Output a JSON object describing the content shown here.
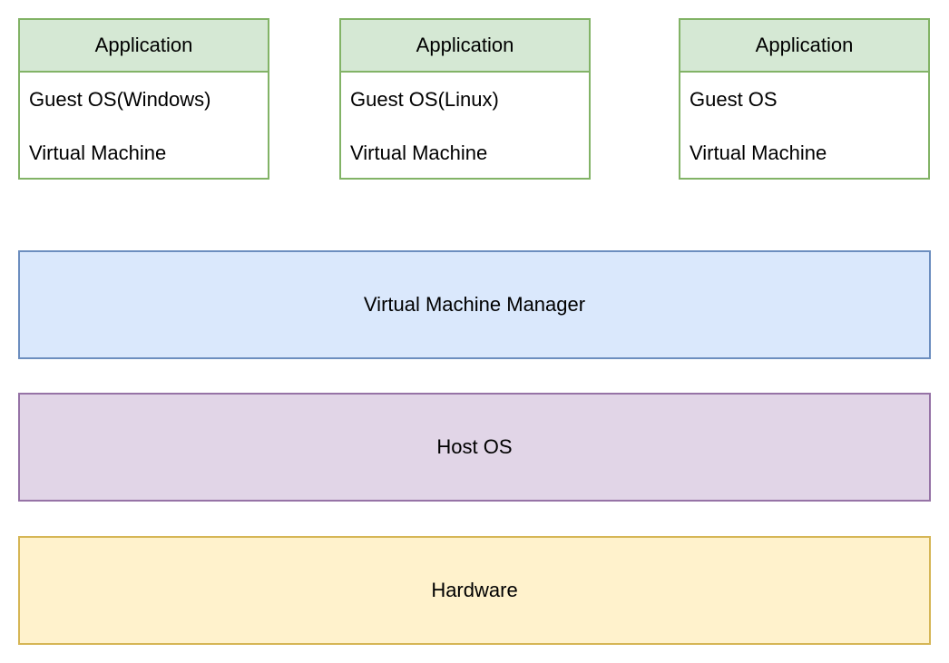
{
  "virtual_machines": [
    {
      "app_label": "Application",
      "guest_os_label": "Guest OS(Windows)",
      "vm_label": "Virtual Machine"
    },
    {
      "app_label": "Application",
      "guest_os_label": "Guest OS(Linux)",
      "vm_label": "Virtual Machine"
    },
    {
      "app_label": "Application",
      "guest_os_label": "Guest OS",
      "vm_label": "Virtual Machine"
    }
  ],
  "layers": {
    "vmm": {
      "label": "Virtual Machine Manager",
      "fill": "#dae8fc",
      "stroke": "#6c8ebf"
    },
    "host_os": {
      "label": "Host OS",
      "fill": "#e1d5e7",
      "stroke": "#9673a6"
    },
    "hardware": {
      "label": "Hardware",
      "fill": "#fff2cc",
      "stroke": "#d6b656"
    }
  },
  "colors": {
    "vm_header_fill": "#d5e8d4",
    "vm_stroke": "#82b366"
  }
}
